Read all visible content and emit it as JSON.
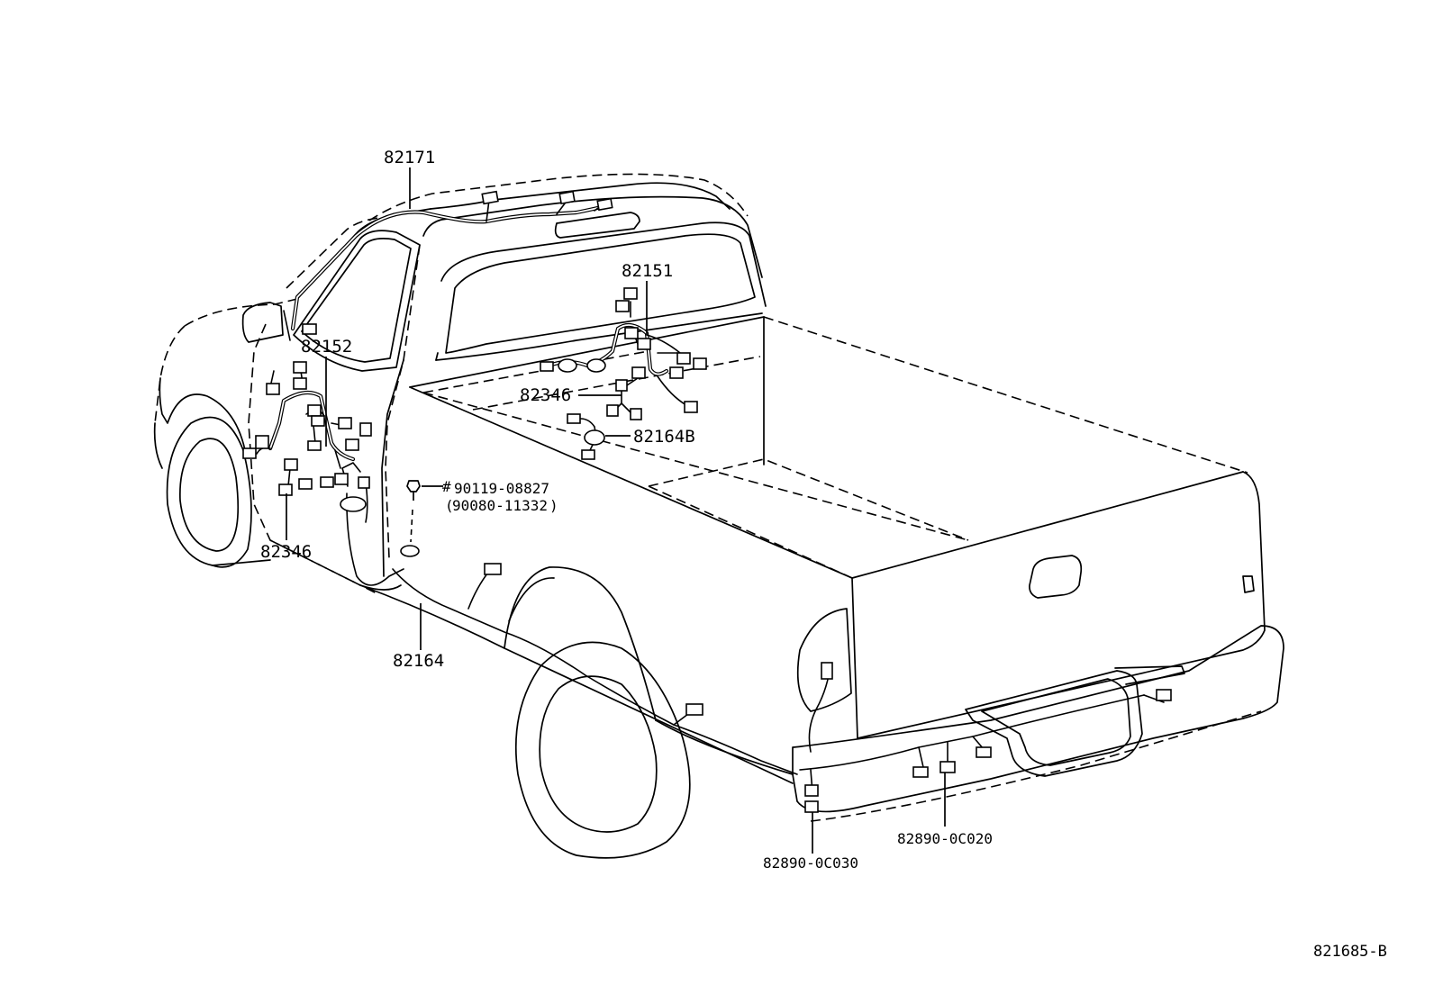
{
  "diagram": {
    "callouts": {
      "roof_harness": "82171",
      "back_panel_harness": "82151",
      "cowl_harness": "82152",
      "connector_upper": "82346",
      "connector_lower": "82346",
      "bed_wire_b": "82164B",
      "bolt_part": "90119-08827",
      "bolt_alt_part": "90080-11332",
      "bolt_mark": "#",
      "frame_wire": "82164",
      "rear_harness_right": "82890-0C020",
      "rear_harness_left": "82890-0C030"
    },
    "reference_code": "821685-B"
  }
}
